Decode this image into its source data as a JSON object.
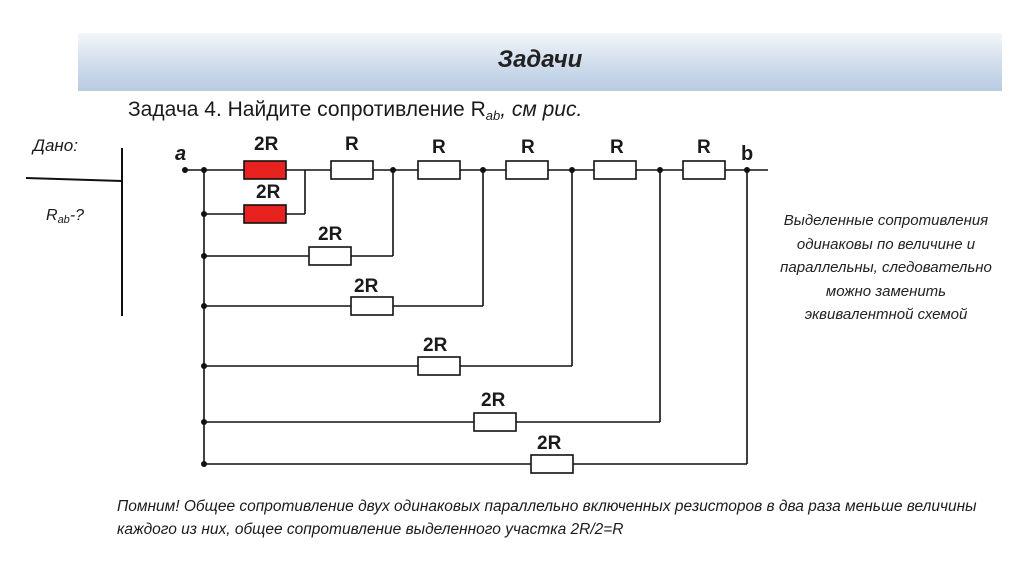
{
  "header": {
    "title": "Задачи"
  },
  "task": {
    "prefix": "Задача 4. Найдите сопротивление R",
    "sub": "ab",
    "suffix": ", см рис."
  },
  "given": {
    "label": "Дано:",
    "find_prefix": "R",
    "find_sub": "ab",
    "find_suffix": "-?"
  },
  "diagram": {
    "node_a": "a",
    "node_b": "b",
    "series_resistors": [
      "R",
      "R",
      "R",
      "R",
      "R"
    ],
    "highlighted_top": "2R",
    "highlighted_second": "2R",
    "branch_resistors": [
      "2R",
      "2R",
      "2R",
      "2R",
      "2R"
    ],
    "highlight_color": "#e8231f"
  },
  "note": "Выделенные сопротивления одинаковы по величине и параллельны, следовательно можно заменить эквивалентной схемой",
  "footer": "Помним! Общее сопротивление двух одинаковых параллельно включенных резисторов в два раза меньше величины каждого из них, общее сопротивление выделенного участка 2R/2=R"
}
